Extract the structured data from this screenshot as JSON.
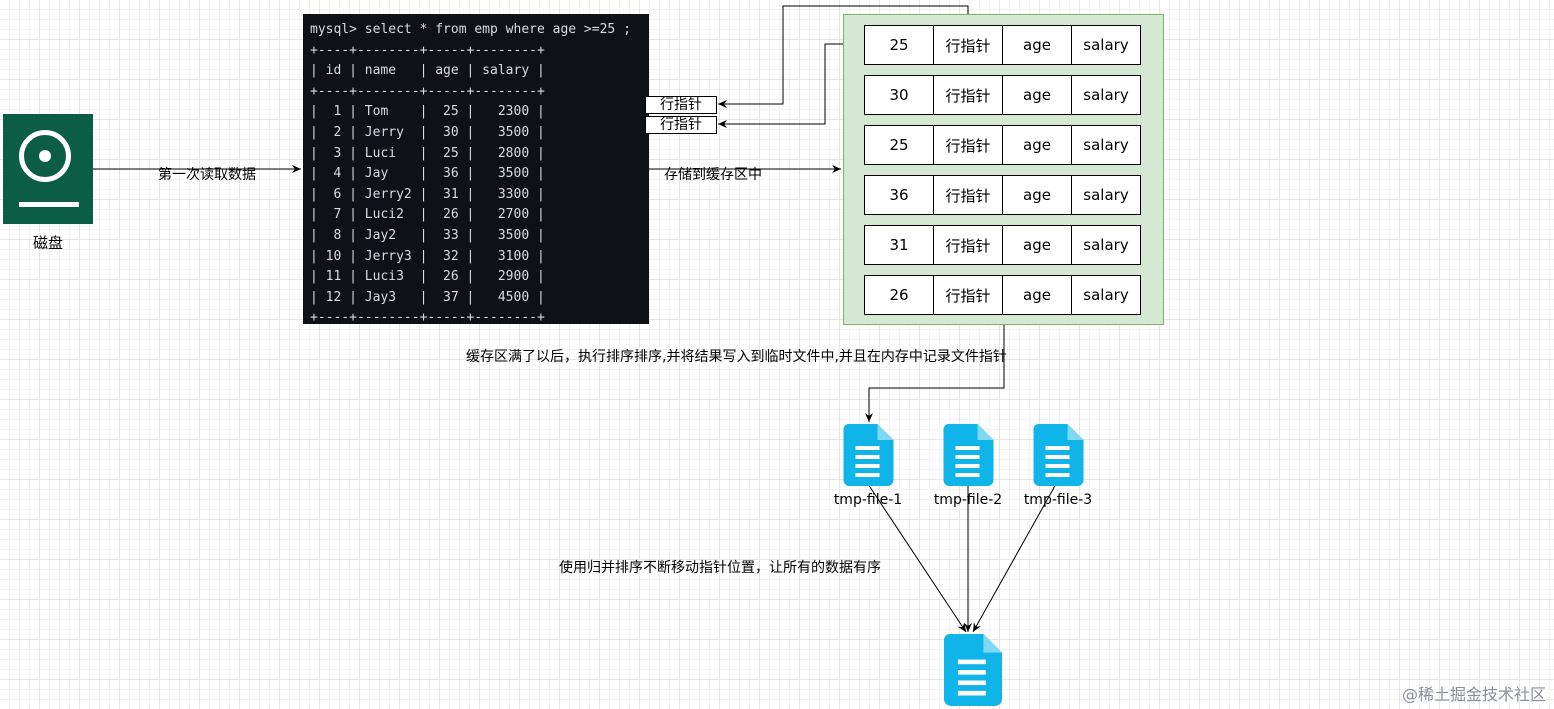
{
  "disk": {
    "icon": "disk-icon",
    "label": "磁盘"
  },
  "terminal": {
    "lines": [
      "mysql> select * from emp where age >=25 ;",
      "+----+--------+-----+--------+",
      "| id | name   | age | salary |",
      "+----+--------+-----+--------+",
      "|  1 | Tom    |  25 |   2300 |",
      "|  2 | Jerry  |  30 |   3500 |",
      "|  3 | Luci   |  25 |   2800 |",
      "|  4 | Jay    |  36 |   3500 |",
      "|  6 | Jerry2 |  31 |   3300 |",
      "|  7 | Luci2  |  26 |   2700 |",
      "|  8 | Jay2   |  33 |   3500 |",
      "| 10 | Jerry3 |  32 |   3100 |",
      "| 11 | Luci3  |  26 |   2900 |",
      "| 12 | Jay3   |  37 |   4500 |",
      "+----+--------+-----+--------+"
    ]
  },
  "pointer_boxes": [
    "行指针",
    "行指针"
  ],
  "buffer_rows": [
    {
      "age_value": "25",
      "pointer": "行指针",
      "col_age": "age",
      "col_salary": "salary"
    },
    {
      "age_value": "30",
      "pointer": "行指针",
      "col_age": "age",
      "col_salary": "salary"
    },
    {
      "age_value": "25",
      "pointer": "行指针",
      "col_age": "age",
      "col_salary": "salary"
    },
    {
      "age_value": "36",
      "pointer": "行指针",
      "col_age": "age",
      "col_salary": "salary"
    },
    {
      "age_value": "31",
      "pointer": "行指针",
      "col_age": "age",
      "col_salary": "salary"
    },
    {
      "age_value": "26",
      "pointer": "行指针",
      "col_age": "age",
      "col_salary": "salary"
    }
  ],
  "labels": {
    "first_read": "第一次读取数据",
    "store_buffer": "存储到缓存区中",
    "buffer_full": "缓存区满了以后，执行排序排序,并将结果写入到临时文件中,并且在内存中记录文件指针",
    "merge_sort": "使用归并排序不断移动指针位置，让所有的数据有序"
  },
  "files": [
    {
      "label": "tmp-file-1",
      "icon": "document-icon"
    },
    {
      "label": "tmp-file-2",
      "icon": "document-icon"
    },
    {
      "label": "tmp-file-3",
      "icon": "document-icon"
    }
  ],
  "result_file": {
    "icon": "document-icon"
  },
  "watermark": "@稀土掘金技术社区",
  "colors": {
    "disk": "#0b5d44",
    "terminal_bg": "#0e1116",
    "buffer_fill": "#d5e8d4",
    "buffer_border": "#82b366",
    "file_icon": "#0fb4e8"
  }
}
